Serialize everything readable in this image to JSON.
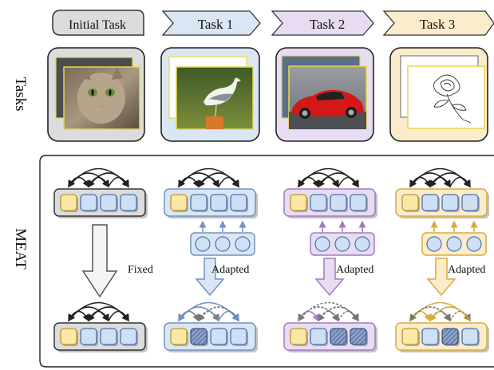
{
  "row_labels": {
    "tasks": "Tasks",
    "meat": "MEAT"
  },
  "task_headers": [
    "Initial Task",
    "Task 1",
    "Task 2",
    "Task 3"
  ],
  "task_images": [
    "cat-photo",
    "seagull-photo",
    "red-sports-car-photo",
    "rose-sketch"
  ],
  "transition_labels": [
    "Fixed",
    "Adapted",
    "Adapted",
    "Adapted"
  ],
  "colors": {
    "initial_bg": "#dcdcdc",
    "initial_stroke": "#333333",
    "task1_bg": "#dbe6f4",
    "task1_stroke": "#6f93c4",
    "task2_bg": "#e8dcf2",
    "task2_stroke": "#a07cc0",
    "task3_bg": "#fbeccc",
    "task3_stroke": "#d9ab3a",
    "cls_token_fill": "#fbe7a6",
    "patch_token_fill": "#cfe0f5",
    "patch_token_stroke": "#4a70a8",
    "masked_token_fill": "#7f97c2",
    "image_frame": "#e7d84a"
  }
}
